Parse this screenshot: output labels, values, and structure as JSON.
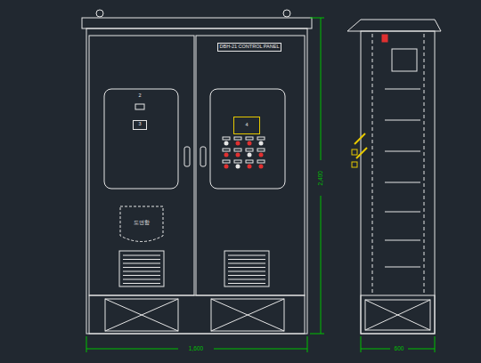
{
  "diagram": {
    "nodes": [
      {
        "text": [
          "DBH-21 CONTROL PANEL"
        ]
      },
      {
        "text": [
          "3"
        ]
      },
      {
        "text": [
          "4"
        ]
      },
      {
        "text": [
          "도면함"
        ]
      }
    ],
    "labels": [
      "2",
      "1,600",
      "2,400",
      "600"
    ]
  }
}
